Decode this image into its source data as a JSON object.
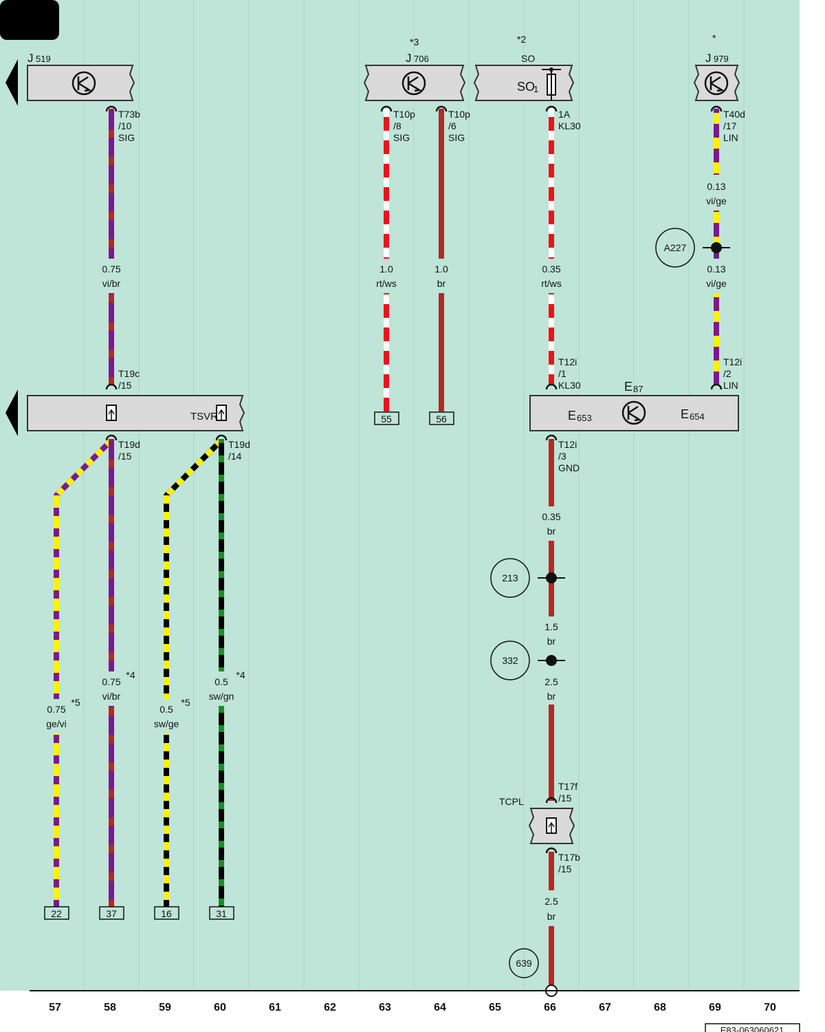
{
  "colors": {
    "background": "#bfe4d8",
    "component_fill": "#dadada",
    "vi": "#7a1a8c",
    "br": "#b22a2a",
    "ge": "#fff200",
    "sw": "#000000",
    "gn": "#1e8c2a",
    "rt": "#e8141c",
    "ws": "#ffffff"
  },
  "columns": [
    "57",
    "58",
    "59",
    "60",
    "61",
    "62",
    "63",
    "64",
    "65",
    "66",
    "67",
    "68",
    "69",
    "70"
  ],
  "figure_id": "E83-063060621",
  "components": {
    "j519": {
      "label": "J",
      "sub": "519"
    },
    "j706": {
      "label": "J",
      "sub": "706",
      "note": "*3"
    },
    "so": {
      "label": "SO",
      "note": "*2",
      "inner_label": "SO",
      "inner_sub": "1"
    },
    "j979": {
      "label": "J",
      "sub": "979",
      "note": "*"
    },
    "tsvr": {
      "label": "TSVR"
    },
    "e87": {
      "label": "E",
      "sub": "87",
      "left_label": "E",
      "left_sub": "653",
      "right_label": "E",
      "right_sub": "654"
    },
    "tcpl": {
      "label": "TCPL"
    }
  },
  "pins": {
    "j519": [
      "T73b",
      "/10",
      "SIG"
    ],
    "j706_a": [
      "T10p",
      "/8",
      "SIG"
    ],
    "j706_b": [
      "T10p",
      "/6",
      "SIG"
    ],
    "so": [
      "1A",
      "KL30"
    ],
    "j979": [
      "T40d",
      "/17",
      "LIN"
    ],
    "t19c": [
      "T19c",
      "/15"
    ],
    "t19d_15": [
      "T19d",
      "/15"
    ],
    "t19d_14": [
      "T19d",
      "/14"
    ],
    "t12i_1": [
      "T12i",
      "/1",
      "KL30"
    ],
    "t12i_2": [
      "T12i",
      "/2",
      "LIN"
    ],
    "t12i_3": [
      "T12i",
      "/3",
      "GND"
    ],
    "t17f": [
      "T17f",
      "/15"
    ],
    "t17b": [
      "T17b",
      "/15"
    ]
  },
  "wires": {
    "w58_top": [
      "0.75",
      "vi/br"
    ],
    "w63": [
      "1.0",
      "rt/ws"
    ],
    "w64": [
      "1.0",
      "br"
    ],
    "w66_top": [
      "0.35",
      "rt/ws"
    ],
    "w69_a": [
      "0.13",
      "vi/ge"
    ],
    "w69_b": [
      "0.13",
      "vi/ge"
    ],
    "w66_gnd": [
      "0.35",
      "br"
    ],
    "w66_15": [
      "1.5",
      "br"
    ],
    "w66_25a": [
      "2.5",
      "br"
    ],
    "w66_25b": [
      "2.5",
      "br"
    ],
    "w57": [
      "0.75",
      "ge/vi",
      "*5"
    ],
    "w58_bot": [
      "0.75",
      "vi/br",
      "*4"
    ],
    "w59": [
      "0.5",
      "sw/ge",
      "*5"
    ],
    "w60": [
      "0.5",
      "sw/gn",
      "*4"
    ]
  },
  "terminals": {
    "t55": "55",
    "t56": "56",
    "t22": "22",
    "t37": "37",
    "t16": "16",
    "t31": "31"
  },
  "splices": {
    "a227": "A227",
    "s213": "213",
    "s332": "332",
    "s639": "639"
  }
}
